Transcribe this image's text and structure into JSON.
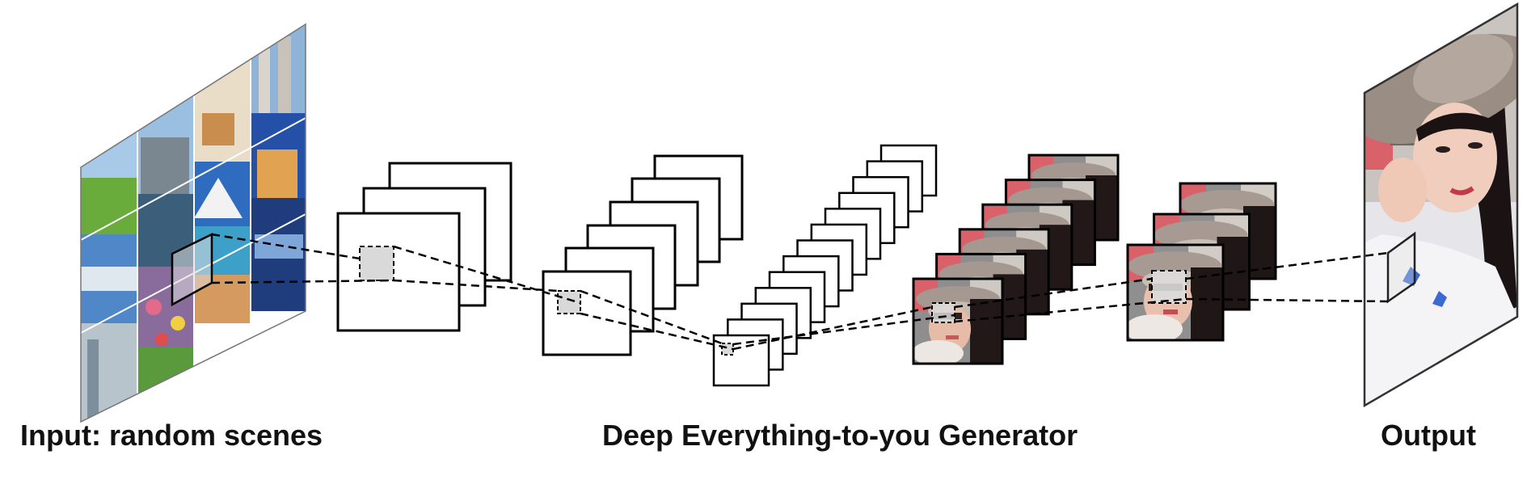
{
  "captions": {
    "input": "Input: random scenes",
    "generator": "Deep Everything-to-you Generator",
    "output": "Output"
  },
  "colors": {
    "stroke": "#000000",
    "box_fill": "#ffffff",
    "patch_fill": "#d9d9d9",
    "skin": "#e8c3b0",
    "hair": "#1c1414",
    "hat": "#9c8c82",
    "wall_red": "#d9616a",
    "sky_blue": "#4f79c4",
    "grass_green": "#5ea43a"
  },
  "icons": {
    "input_panel": "scene-collage-image",
    "output_panel": "portrait-photo-image",
    "feature_maps": "feature-map-stack-icon",
    "generated_maps": "stylized-portrait-map-icon"
  }
}
